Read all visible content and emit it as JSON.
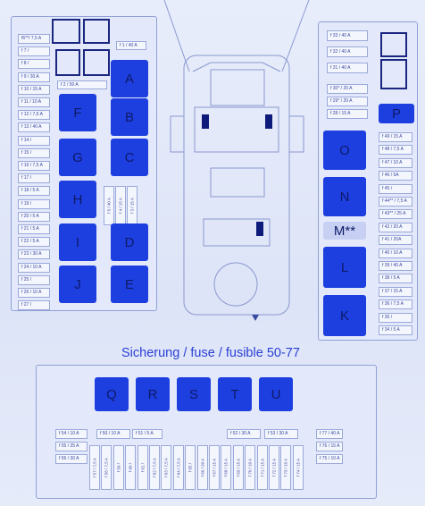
{
  "caption": "Sicherung / fuse / fusible 50-77",
  "left_fuses": [
    "f6**/ 7,5 A",
    "f 7 /",
    "f 8 /",
    "f 9 / 30 A",
    "f 10 / 15 A",
    "f 11 / 10 A",
    "f 12 / 7,5 A",
    "f 13 / 40 A",
    "f 14 /",
    "f 15 /",
    "f 16 / 7,5 A",
    "f 17 /",
    "f 18 / 5 A",
    "f 19 /",
    "f 20 / 5 A",
    "f 21 / 5 A",
    "f 22 / 5 A",
    "f 23 / 30 A",
    "f 24 / 10 A",
    "f 25 /",
    "f 26 / 10 A",
    "f 27 /"
  ],
  "left_top_fuses": {
    "f1": "f 1 / 40 A",
    "f2": "f 2 / 50 A"
  },
  "left_mid_vfuses": [
    "f 5 / 40 A",
    "f 4 / 15 A",
    "f 3 / 15 A"
  ],
  "relays_left": [
    "A",
    "B",
    "C",
    "D",
    "E",
    "F",
    "G",
    "H",
    "I",
    "J"
  ],
  "right_top_fuses": [
    "f 33 / 40 A",
    "f 32 / 40 A",
    "f 31 / 40 A"
  ],
  "right_mid_fuses": [
    "f 30* / 20 A",
    "f 29* / 20 A",
    "f 28 / 15 A"
  ],
  "relays_right": [
    "P",
    "O",
    "N",
    "M**",
    "L",
    "K"
  ],
  "right_fuses": [
    "f 49 / 15 A",
    "f 48 / 7,5 A",
    "f 47 / 10 A",
    "f 46 / 5A",
    "f 45 /",
    "f 44** / 7,5 A",
    "f 43** / 25 A",
    "f 42 / 20 A",
    "f 41 / 20A",
    "f 40 / 10 A",
    "f 39 / 40 A",
    "f 38 / 5 A",
    "f 37 / 15 A",
    "f 36 / 7,5 A",
    "f 35 /",
    "f 34 / 5 A"
  ],
  "relays_bottom": [
    "Q",
    "R",
    "S",
    "T",
    "U"
  ],
  "bottom_left_fuses": [
    "f 54 / 10 A",
    "f 55 / 25 A",
    "f 56 / 30 A"
  ],
  "bottom_top_fuses": [
    "f 50 / 10 A",
    "f 51 / 5 A",
    "f 52 / 30 A",
    "f 53 / 30 A",
    "f 77 / 40 A"
  ],
  "bottom_right_fuses": [
    "f 76 / 15 A",
    "f 75 / 10 A"
  ],
  "bottom_vfuses": [
    "f 57 / 7,5 A",
    "f 58 / 7,5 A",
    "f 59 /",
    "f 60 /",
    "f 61 /",
    "f 62 / 7,5 A",
    "f 63 / 7,5 A",
    "f 64 / 7,5 A",
    "f 65 /",
    "f 66 / 20 A",
    "f 67 / 15 A",
    "f 68 / 15 A",
    "f 69 / 15 A",
    "f 70 / 10 A",
    "f 71 / 15 A",
    "f 72 / 15 A",
    "f 73 / 10 A",
    "f 74 / 15 A"
  ],
  "colors": {
    "relay": "#1e3fe0",
    "outline": "#1a2680",
    "caption": "#2a3fd6"
  }
}
